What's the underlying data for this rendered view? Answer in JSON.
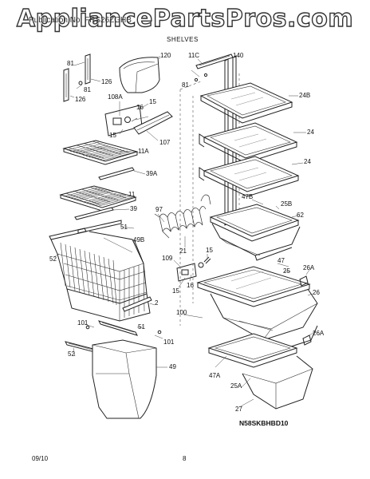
{
  "watermark": "AppliancePartsPros.com",
  "header": {
    "model": "Publication No.   FRS26ZGHB",
    "section": "SHELVES"
  },
  "footer": {
    "date": "09/10",
    "page": "8"
  },
  "model_code": "N58SKBHBD10",
  "callouts": [
    "81",
    "126",
    "81",
    "126",
    "120",
    "108A",
    "16",
    "15",
    "15",
    "107",
    "11A",
    "39A",
    "11",
    "39",
    "51",
    "49B",
    "52",
    "2",
    "97",
    "21",
    "109",
    "15",
    "16",
    "15",
    "11C",
    "81",
    "140",
    "24B",
    "24",
    "24",
    "47B",
    "25B",
    "62",
    "47",
    "25",
    "26A",
    "26",
    "100",
    "26A",
    "47A",
    "25A",
    "27",
    "101",
    "51",
    "52",
    "49",
    "101"
  ]
}
